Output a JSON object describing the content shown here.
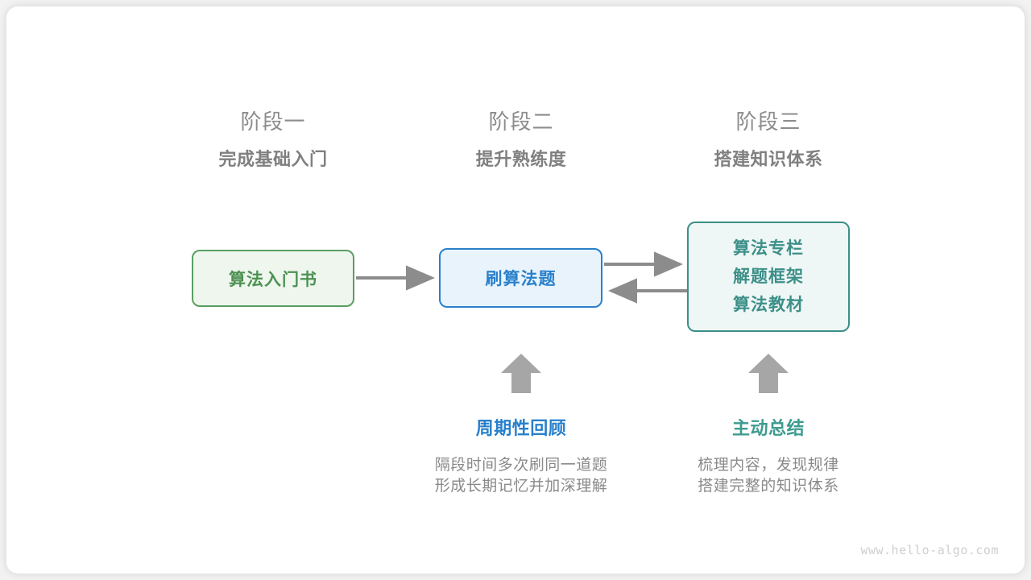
{
  "diagram": {
    "stages": [
      {
        "label": "阶段一",
        "title": "完成基础入门"
      },
      {
        "label": "阶段二",
        "title": "提升熟练度"
      },
      {
        "label": "阶段三",
        "title": "搭建知识体系"
      }
    ],
    "nodes": {
      "book": {
        "text": "算法入门书",
        "border_color": "#5a9e62",
        "fill_color": "#eef6ee",
        "text_color": "#4d9152"
      },
      "practice": {
        "text": "刷算法题",
        "border_color": "#2980cb",
        "fill_color": "#e8f3fc",
        "text_color": "#2980cb"
      },
      "system": {
        "lines": [
          "算法专栏",
          "解题框架",
          "算法教材"
        ],
        "border_color": "#3d8f89",
        "fill_color": "#eef7f5",
        "text_color": "#3d8f89"
      }
    },
    "arrows": {
      "color": "#8c8c8c",
      "book_to_practice": "arrow-right-icon",
      "practice_to_system": "arrow-right-icon",
      "system_to_practice": "arrow-left-icon",
      "review_up": "arrow-up-icon",
      "summary_up": "arrow-up-icon"
    },
    "notes": [
      {
        "title": "周期性回顾",
        "title_color": "#2980cb",
        "body_lines": [
          "隔段时间多次刷同一道题",
          "形成长期记忆并加深理解"
        ]
      },
      {
        "title": "主动总结",
        "title_color": "#3d9b8f",
        "body_lines": [
          "梳理内容，发现规律",
          "搭建完整的知识体系"
        ]
      }
    ],
    "watermark": "www.hello-algo.com"
  }
}
